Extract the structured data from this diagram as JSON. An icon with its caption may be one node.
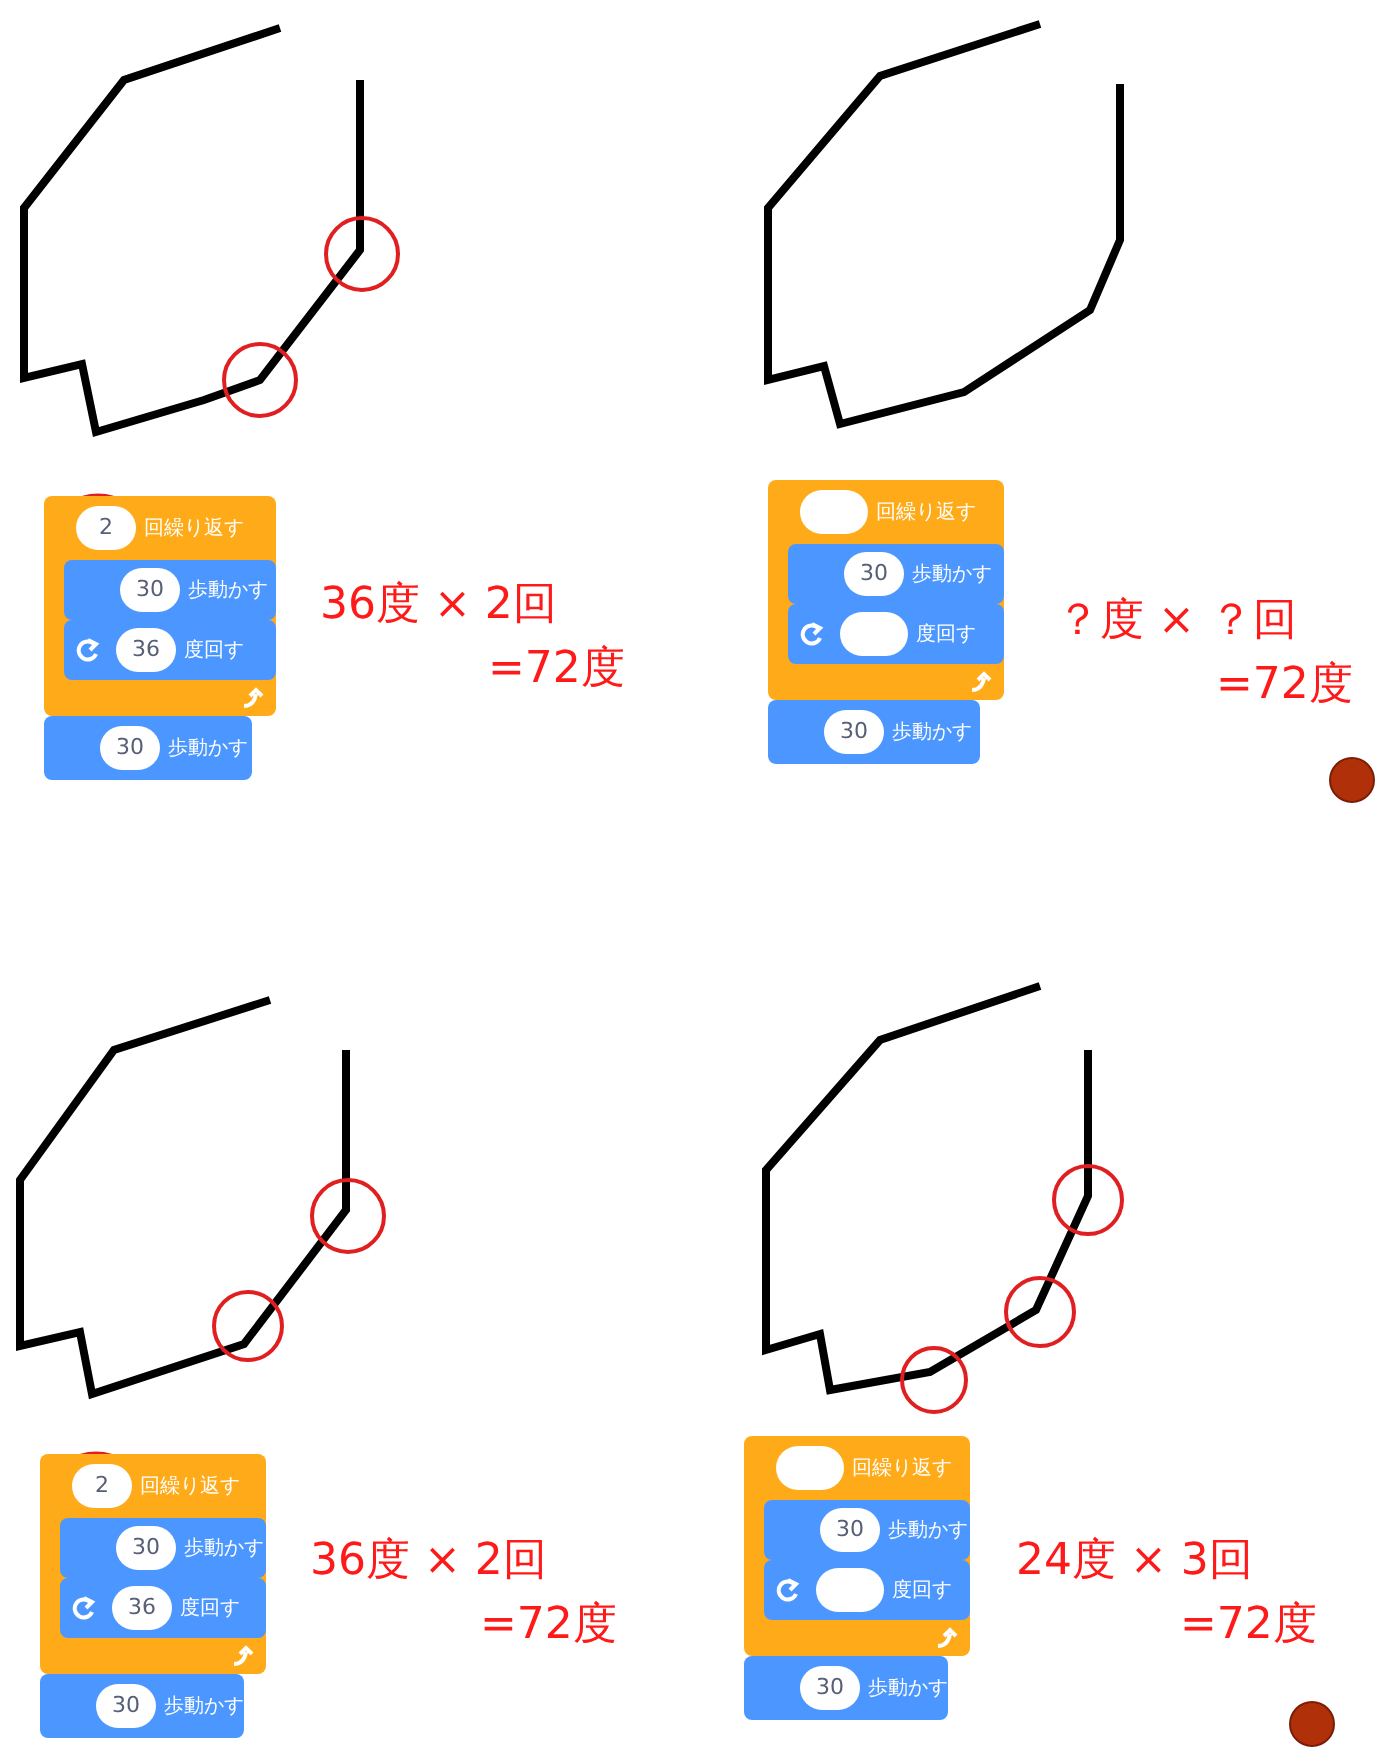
{
  "diagram": {
    "nodes": [
      {
        "text": [
          "2",
          "回繰り返す"
        ]
      },
      {
        "text": [
          "30",
          "歩動かす"
        ],
        "in": 0
      },
      {
        "text": [
          "36",
          "度回す"
        ],
        "in": 0
      },
      {
        "text": [
          "30",
          "歩動かす"
        ]
      },
      {
        "text": [
          "回繰り返す"
        ]
      },
      {
        "text": [
          "30",
          "歩動かす"
        ],
        "in": 4
      },
      {
        "text": [
          "度回す"
        ],
        "in": 4
      },
      {
        "text": [
          "30",
          "歩動かす"
        ]
      },
      {
        "text": [
          "2",
          "回繰り返す"
        ]
      },
      {
        "text": [
          "30",
          "歩動かす"
        ],
        "in": 8
      },
      {
        "text": [
          "36",
          "度回す"
        ],
        "in": 8
      },
      {
        "text": [
          "30",
          "歩動かす"
        ]
      },
      {
        "text": [
          "回繰り返す"
        ]
      },
      {
        "text": [
          "30",
          "歩動かす"
        ],
        "in": 12
      },
      {
        "text": [
          "度回す"
        ],
        "in": 12
      },
      {
        "text": [
          "30",
          "歩動かす"
        ]
      }
    ],
    "labels": [
      "36度 × 2回",
      "=72度",
      "？度 × ？回",
      "=72度",
      "36度 × 2回",
      "=72度",
      "24度 × 3回",
      "=72度"
    ]
  }
}
